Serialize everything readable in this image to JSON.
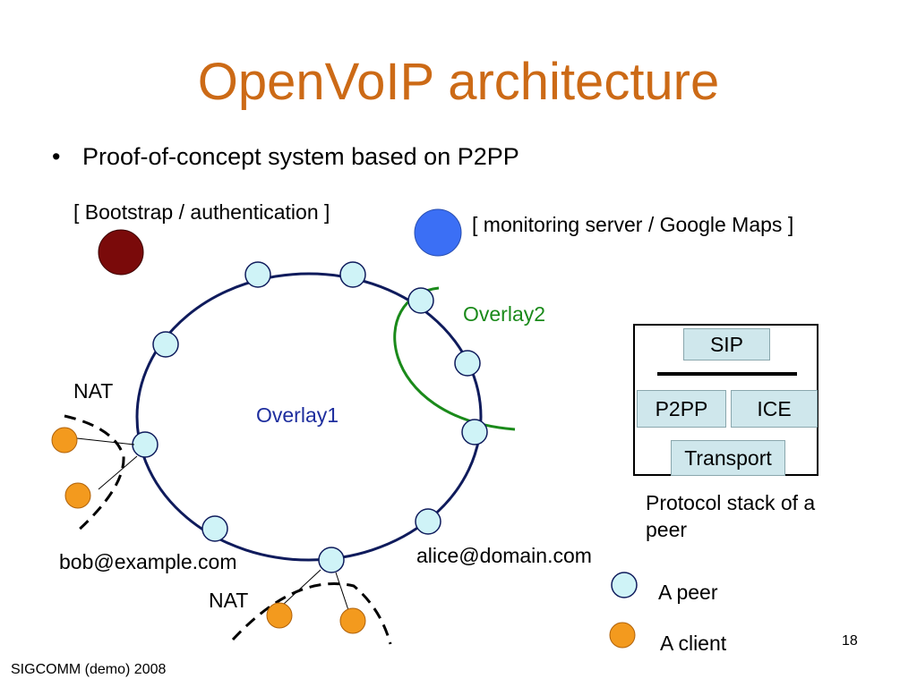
{
  "slide": {
    "title": "OpenVoIP architecture",
    "bullet": "Proof-of-concept system based on P2PP",
    "page_number": "18",
    "footer": "SIGCOMM (demo) 2008"
  },
  "diagram": {
    "bootstrap_label": "[ Bootstrap / authentication ]",
    "monitoring_label": "[ monitoring server / Google Maps ]",
    "overlay1_label": "Overlay1",
    "overlay2_label": "Overlay2",
    "nat_left_label": "NAT",
    "nat_bottom_label": "NAT",
    "bob_label": "bob@example.com",
    "alice_label": "alice@domain.com"
  },
  "protocol_stack": {
    "sip": "SIP",
    "p2pp": "P2PP",
    "ice": "ICE",
    "transport": "Transport",
    "caption": "Protocol stack of a peer"
  },
  "legend": {
    "peer_label": "A peer",
    "client_label": "A client"
  },
  "colors": {
    "title": "#CC6A16",
    "overlay1": "#0F1B5C",
    "overlay2": "#1A8A1A",
    "peer_fill": "#CFF3F7",
    "client_fill": "#F39A1E",
    "bootstrap_fill": "#7A0A0A",
    "monitoring_fill": "#3B6FF5",
    "stack_box_fill": "#CFE7EC"
  }
}
